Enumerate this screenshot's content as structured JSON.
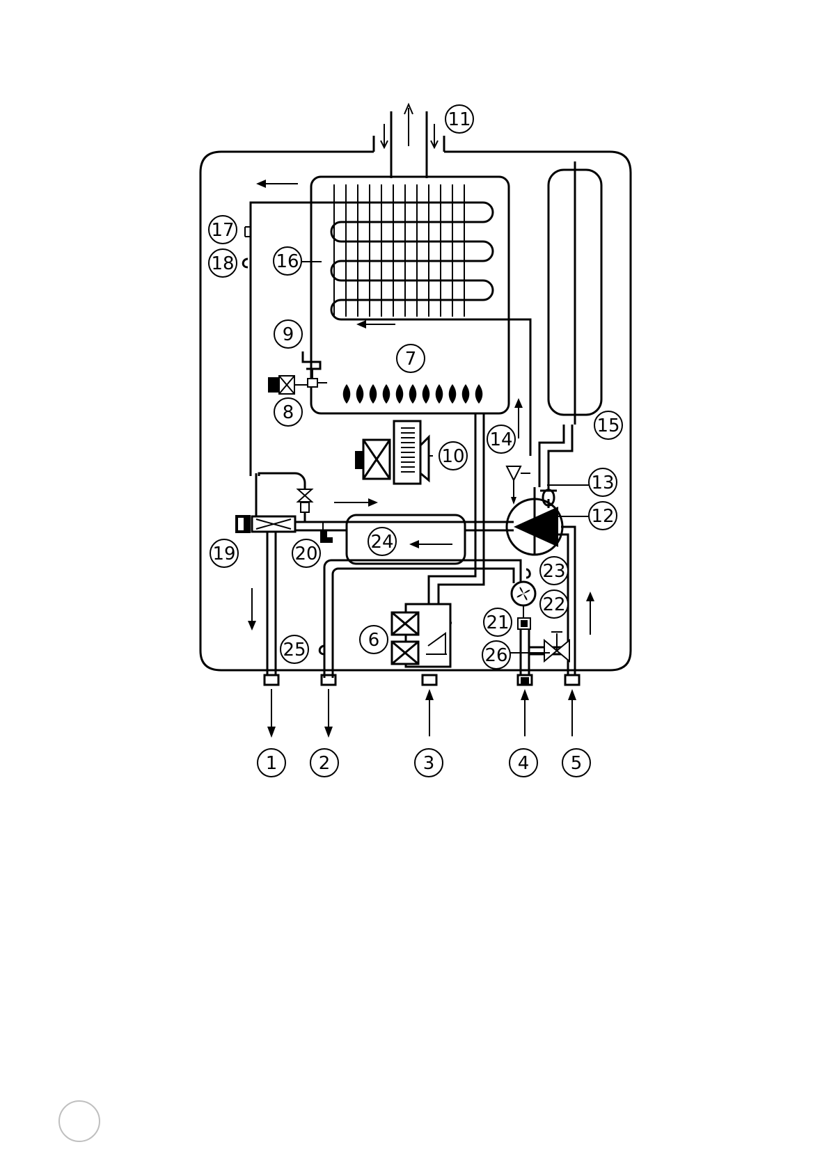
{
  "callouts": [
    {
      "id": "1",
      "label": "1"
    },
    {
      "id": "2",
      "label": "2"
    },
    {
      "id": "3",
      "label": "3"
    },
    {
      "id": "4",
      "label": "4"
    },
    {
      "id": "5",
      "label": "5"
    },
    {
      "id": "6",
      "label": "6"
    },
    {
      "id": "7",
      "label": "7"
    },
    {
      "id": "8",
      "label": "8"
    },
    {
      "id": "9",
      "label": "9"
    },
    {
      "id": "10",
      "label": "10"
    },
    {
      "id": "11",
      "label": "11"
    },
    {
      "id": "12",
      "label": "12"
    },
    {
      "id": "13",
      "label": "13"
    },
    {
      "id": "14",
      "label": "14"
    },
    {
      "id": "15",
      "label": "15"
    },
    {
      "id": "16",
      "label": "16"
    },
    {
      "id": "17",
      "label": "17"
    },
    {
      "id": "18",
      "label": "18"
    },
    {
      "id": "19",
      "label": "19"
    },
    {
      "id": "20",
      "label": "20"
    },
    {
      "id": "21",
      "label": "21"
    },
    {
      "id": "22",
      "label": "22"
    },
    {
      "id": "23",
      "label": "23"
    },
    {
      "id": "24",
      "label": "24"
    },
    {
      "id": "25",
      "label": "25"
    },
    {
      "id": "26",
      "label": "26"
    }
  ],
  "colors": {
    "line": "#000000",
    "background": "#ffffff",
    "page_marker": "#bfbfbf"
  }
}
